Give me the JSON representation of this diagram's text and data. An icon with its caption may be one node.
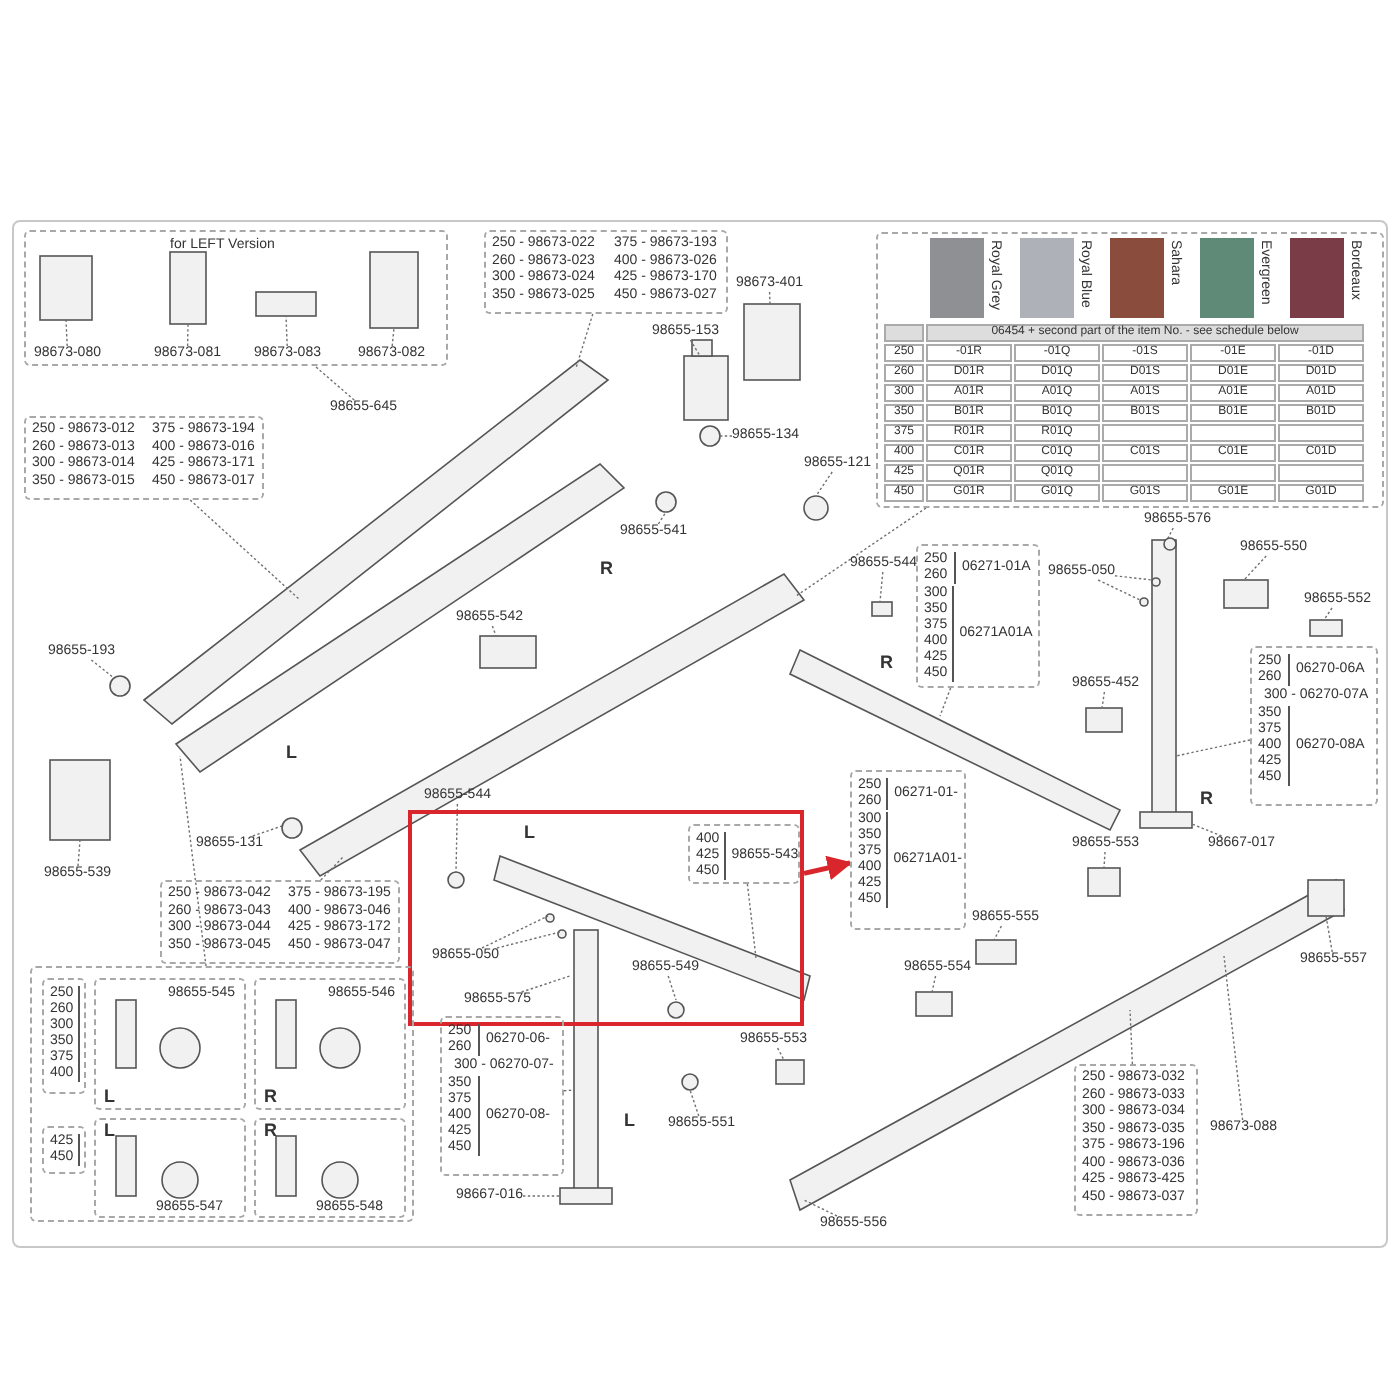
{
  "diagram": {
    "nodes": [
      {
        "text": [
          "for LEFT Version"
        ]
      },
      {
        "text": [
          "98673-080"
        ],
        "in": 0
      },
      {
        "text": [
          "98673-081"
        ],
        "in": 0
      },
      {
        "text": [
          "98673-083"
        ],
        "in": 0
      },
      {
        "text": [
          "98673-082"
        ],
        "in": 0
      },
      {
        "text": [
          "250 - 98673-022",
          "375 - 98673-193",
          "260 - 98673-023",
          "400 - 98673-026",
          "300 - 98673-024",
          "425 - 98673-170",
          "350 - 98673-025",
          "450 - 98673-027"
        ]
      },
      {
        "text": [
          "98673-401"
        ]
      },
      {
        "text": [],
        "shape": "box"
      },
      {
        "text": [
          "98655-645"
        ]
      },
      {
        "text": [
          "250 - 98673-012",
          "375 - 98673-194",
          "260 - 98673-013",
          "400 - 98673-016",
          "300 - 98673-014",
          "425 - 98673-171",
          "350 - 98673-015",
          "450 - 98673-017"
        ]
      },
      {
        "text": [
          "98655-153"
        ]
      },
      {
        "text": [
          "98655-134"
        ]
      },
      {
        "text": [
          "98655-121"
        ]
      },
      {
        "text": [
          "98655-541"
        ]
      },
      {
        "text": [
          "98655-193"
        ]
      },
      {
        "text": [
          "98655-542"
        ]
      },
      {
        "text": [
          "98655-544"
        ]
      },
      {
        "text": [
          "250 260",
          "06271-01A",
          "300 350 375 400 425 450",
          "06271A01A"
        ]
      },
      {
        "text": [
          "98655-050"
        ]
      },
      {
        "text": [
          "98655-576"
        ]
      },
      {
        "text": [
          "98655-550"
        ]
      },
      {
        "text": [
          "98655-552"
        ]
      },
      {
        "text": [
          "98655-452"
        ]
      },
      {
        "text": [
          "250 260",
          "06270-06A",
          "300 - 06270-07A",
          "350 375 400 425 450",
          "06270-08A"
        ]
      },
      {
        "text": [
          "98655-539"
        ]
      },
      {
        "text": [
          "98655-131"
        ]
      },
      {
        "text": [
          "250 - 98673-042",
          "375 - 98673-195",
          "260 - 98673-043",
          "400 - 98673-046",
          "300 - 98673-044",
          "425 - 98673-172",
          "350 - 98673-045",
          "450 - 98673-047"
        ]
      },
      {
        "text": [
          "98655-544"
        ]
      },
      {
        "text": [],
        "shape": "box"
      },
      {
        "text": [
          "250 260",
          "06271-01-",
          "300 350 375 400 425 450",
          "06271A01-"
        ]
      },
      {
        "text": [
          "400 425 450",
          "98655-543"
        ],
        "in": 28
      },
      {
        "text": [
          "98655-050"
        ],
        "in": 28
      },
      {
        "text": [
          "98655-575"
        ],
        "in": 28
      },
      {
        "text": [
          "98655-549"
        ],
        "in": 28
      },
      {
        "text": [
          "98667-017"
        ]
      },
      {
        "text": [
          "98655-553"
        ]
      },
      {
        "text": [
          "98655-557"
        ]
      },
      {
        "text": [
          "98655-555"
        ]
      },
      {
        "text": [
          "98655-554"
        ]
      },
      {
        "text": [],
        "shape": "box"
      },
      {
        "text": [
          "250 260 300 350 375 400"
        ],
        "in": 39
      },
      {
        "text": [
          "98655-545",
          "L"
        ],
        "in": 39
      },
      {
        "text": [
          "98655-546",
          "R"
        ],
        "in": 39
      },
      {
        "text": [
          "425 450"
        ],
        "in": 39
      },
      {
        "text": [
          "L",
          "98655-547"
        ],
        "in": 39
      },
      {
        "text": [
          "R",
          "98655-548"
        ],
        "in": 39
      },
      {
        "text": [
          "250 260",
          "06270-06-",
          "300 - 06270-07-",
          "350 375 400 425 450",
          "06270-08-"
        ]
      },
      {
        "text": [
          "98655-553"
        ]
      },
      {
        "text": [
          "98655-551"
        ]
      },
      {
        "text": [
          "98667-016"
        ]
      },
      {
        "text": [
          "250 - 98673-032",
          "260 - 98673-033",
          "300 - 98673-034",
          "350 - 98673-035",
          "375 - 98673-196",
          "400 - 98673-036",
          "425 - 98673-425",
          "450 - 98673-037"
        ]
      },
      {
        "text": [
          "98673-088"
        ]
      },
      {
        "text": [
          "98655-556"
        ]
      }
    ],
    "edges": [
      {
        "from": 1,
        "to": null,
        "arrow": "none",
        "style": "dashed"
      },
      {
        "from": 2,
        "to": null,
        "arrow": "none",
        "style": "dashed"
      },
      {
        "from": 3,
        "to": null,
        "arrow": "none",
        "style": "dashed"
      },
      {
        "from": 4,
        "to": null,
        "arrow": "none",
        "style": "dashed"
      },
      {
        "from": 5,
        "to": null,
        "arrow": "none",
        "style": "dashed"
      },
      {
        "from": 6,
        "to": null,
        "arrow": "none",
        "style": "dashed"
      },
      {
        "from": 7,
        "to": null,
        "arrow": "none",
        "style": "dashed"
      },
      {
        "from": 8,
        "to": 0,
        "arrow": "none",
        "style": "dashed"
      },
      {
        "from": 9,
        "to": null,
        "arrow": "none",
        "style": "dashed"
      },
      {
        "from": 10,
        "to": null,
        "arrow": "none",
        "style": "dashed"
      },
      {
        "from": 11,
        "to": null,
        "arrow": "none",
        "style": "dashed"
      },
      {
        "from": 12,
        "to": null,
        "arrow": "none",
        "style": "dashed"
      },
      {
        "from": 13,
        "to": null,
        "arrow": "none",
        "style": "dashed"
      },
      {
        "from": 14,
        "to": null,
        "arrow": "none",
        "style": "dashed"
      },
      {
        "from": 15,
        "to": null,
        "arrow": "none",
        "style": "dashed"
      },
      {
        "from": 16,
        "to": null,
        "arrow": "none",
        "style": "dashed"
      },
      {
        "from": 17,
        "to": null,
        "arrow": "none",
        "style": "dashed"
      },
      {
        "from": 18,
        "to": null,
        "arrow": "none",
        "style": "dashed"
      },
      {
        "from": 18,
        "to": null,
        "arrow": "none",
        "style": "dashed"
      },
      {
        "from": 19,
        "to": null,
        "arrow": "none",
        "style": "dashed"
      },
      {
        "from": 20,
        "to": null,
        "arrow": "none",
        "style": "dashed"
      },
      {
        "from": 21,
        "to": null,
        "arrow": "none",
        "style": "dashed"
      },
      {
        "from": 22,
        "to": null,
        "arrow": "none",
        "style": "dashed"
      },
      {
        "from": 23,
        "to": null,
        "arrow": "none",
        "style": "dashed"
      },
      {
        "from": 24,
        "to": null,
        "arrow": "none",
        "style": "dashed"
      },
      {
        "from": 25,
        "to": null,
        "arrow": "none",
        "style": "dashed"
      },
      {
        "from": 26,
        "to": null,
        "arrow": "none",
        "style": "dashed"
      },
      {
        "from": 27,
        "to": null,
        "arrow": "none",
        "style": "dashed"
      },
      {
        "from": 30,
        "to": null,
        "arrow": "none",
        "style": "dashed"
      },
      {
        "from": 28,
        "to": 29,
        "arrow": "to",
        "style": "thick",
        "color": "#d9262c"
      },
      {
        "from": 31,
        "to": null,
        "arrow": "none",
        "style": "dashed"
      },
      {
        "from": 31,
        "to": null,
        "arrow": "none",
        "style": "dashed"
      },
      {
        "from": 32,
        "to": null,
        "arrow": "none",
        "style": "dashed"
      },
      {
        "from": 33,
        "to": null,
        "arrow": "none",
        "style": "dashed"
      },
      {
        "from": 34,
        "to": null,
        "arrow": "none",
        "style": "dashed"
      },
      {
        "from": 35,
        "to": null,
        "arrow": "none",
        "style": "dashed"
      },
      {
        "from": 36,
        "to": null,
        "arrow": "none",
        "style": "dashed"
      },
      {
        "from": 37,
        "to": null,
        "arrow": "none",
        "style": "dashed"
      },
      {
        "from": 38,
        "to": null,
        "arrow": "none",
        "style": "dashed"
      },
      {
        "from": 39,
        "to": null,
        "arrow": "none",
        "style": "dashed"
      },
      {
        "from": 46,
        "to": null,
        "arrow": "none",
        "style": "dashed"
      },
      {
        "from": 47,
        "to": null,
        "arrow": "none",
        "style": "dashed"
      },
      {
        "from": 48,
        "to": null,
        "arrow": "none",
        "style": "dashed"
      },
      {
        "from": 49,
        "to": null,
        "arrow": "none",
        "style": "dashed"
      },
      {
        "from": 50,
        "to": null,
        "arrow": "none",
        "style": "dashed"
      },
      {
        "from": 51,
        "to": null,
        "arrow": "none",
        "style": "dashed"
      },
      {
        "from": 52,
        "to": null,
        "arrow": "none",
        "style": "dashed"
      }
    ],
    "labels": [
      "06454 + second part of the item No. - see schedule below",
      "250",
      "-01R",
      "-01Q",
      "-01S",
      "-01E",
      "-01D",
      "260",
      "D01R",
      "D01Q",
      "D01S",
      "D01E",
      "D01D",
      "300",
      "A01R",
      "A01Q",
      "A01S",
      "A01E",
      "A01D",
      "350",
      "B01R",
      "B01Q",
      "B01S",
      "B01E",
      "B01D",
      "375",
      "R01R",
      "R01Q",
      "400",
      "C01R",
      "C01Q",
      "C01S",
      "C01E",
      "C01D",
      "425",
      "Q01R",
      "Q01Q",
      "450",
      "G01R",
      "G01Q",
      "G01S",
      "G01E",
      "G01D",
      "R",
      "R",
      "L",
      "R",
      "L",
      "L"
    ],
    "legend": [
      {
        "text": "Royal Grey",
        "color": "#8e9093"
      },
      {
        "text": "Royal Blue",
        "color": "#aeb2b8"
      },
      {
        "text": "Sahara",
        "color": "#8a4c3c"
      },
      {
        "text": "Evergreen",
        "color": "#5f8a78"
      },
      {
        "text": "Bordeaux",
        "color": "#7a3d47"
      }
    ]
  }
}
